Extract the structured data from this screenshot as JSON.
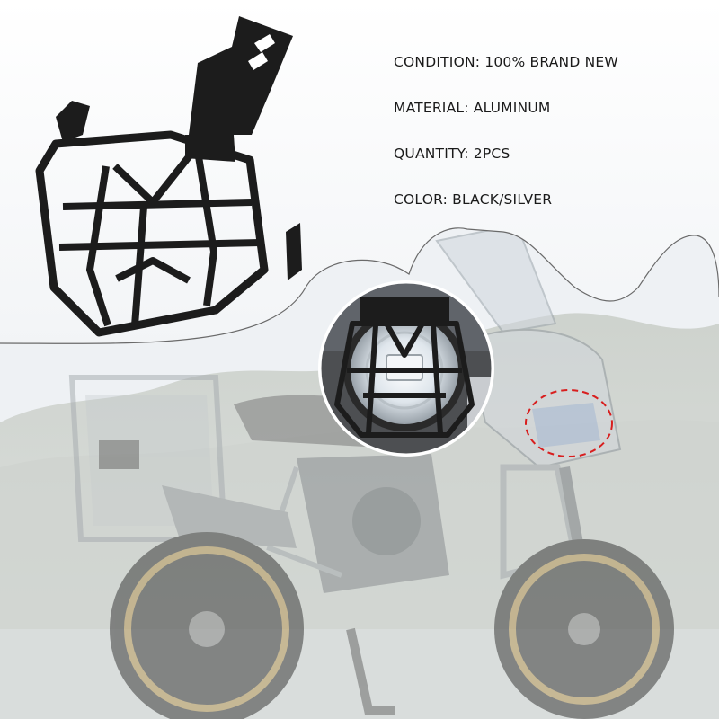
{
  "product": {
    "specs": [
      "CONDITION: 100% BRAND NEW",
      "MATERIAL: ALUMINUM",
      "QUANTITY: 2PCS",
      "COLOR: BLACK/SILVER"
    ]
  },
  "colors": {
    "guard_black": "#1c1c1c",
    "frame_silver": "#b8bcc0",
    "rim_gold": "#b79a5c",
    "highlight_dash": "#d81e1e",
    "sky": "#eef1f4"
  },
  "icons": {
    "spec_marker": "none"
  }
}
